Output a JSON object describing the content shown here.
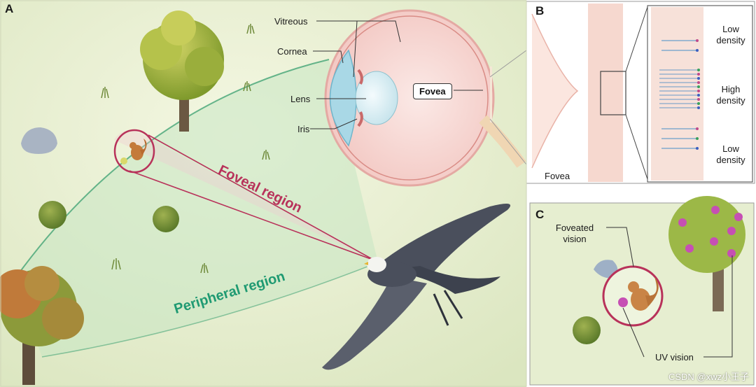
{
  "panels": {
    "a": {
      "letter": "A",
      "eye_labels": {
        "vitreous": "Vitreous",
        "cornea": "Cornea",
        "lens": "Lens",
        "iris": "Iris",
        "fovea": "Fovea"
      },
      "foveal_region": "Foveal region",
      "peripheral_region": "Peripheral region"
    },
    "b": {
      "letter": "B",
      "fovea": "Fovea",
      "density_top": [
        "Low",
        "density"
      ],
      "density_mid": [
        "High",
        "density"
      ],
      "density_bottom": [
        "Low",
        "density"
      ]
    },
    "c": {
      "letter": "C",
      "foveated": [
        "Foveated",
        "vision"
      ],
      "uv": "UV vision"
    }
  },
  "watermark": "CSDN @xwz小王子",
  "colors": {
    "foveal": "#b8325a",
    "peripheral": "#1f9a72",
    "background": "#e9f0d4"
  }
}
